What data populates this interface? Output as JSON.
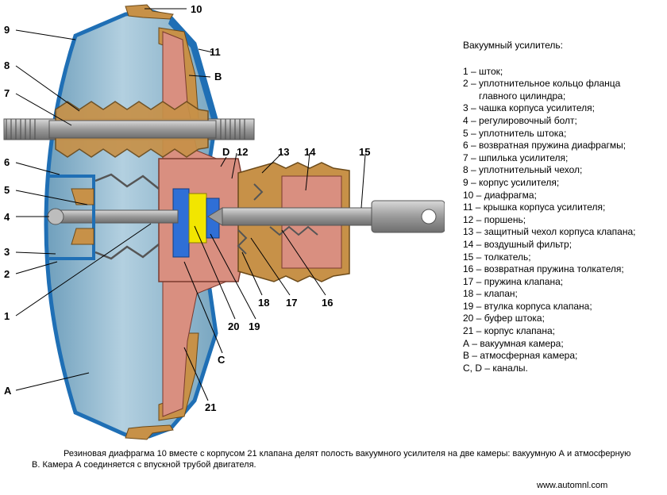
{
  "legend": {
    "title": "Вакуумный усилитель:",
    "items": [
      "1 – шток;",
      "2 – уплотнительное кольцо фланца",
      "главного цилиндра;",
      "3 – чашка корпуса усилителя;",
      "4 – регулировочный болт;",
      "5 – уплотнитель штока;",
      "6 – возвратная пружина диафрагмы;",
      "7 – шпилька усилителя;",
      "8 – уплотнительный чехол;",
      "9 – корпус усилителя;",
      "10 – диафрагма;",
      "11 – крышка корпуса усилителя;",
      "12 – поршень;",
      "13 – защитный чехол корпуса клапана;",
      "14 – воздушный фильтр;",
      "15 – толкатель;",
      "16 – возвратная пружина толкателя;",
      "17 – пружина клапана;",
      "18 – клапан;",
      "19 – втулка корпуса клапана;",
      "20 – буфер штока;",
      "21 – корпус клапана;",
      "А – вакуумная камера;",
      "В – атмосферная камера;",
      "С, D – каналы."
    ]
  },
  "caption": "Резиновая диафрагма 10 вместе с корпусом 21 клапана делят полость вакуумного усилителя на две камеры: вакуумную А и атмосферную В. Камера А соединяется с впускной трубой двигателя.",
  "website": "www.automnl.com",
  "callouts": {
    "n1": "1",
    "n2": "2",
    "n3": "3",
    "n4": "4",
    "n5": "5",
    "n6": "6",
    "n7": "7",
    "n8": "8",
    "n9": "9",
    "n10": "10",
    "n11": "11",
    "nB": "В",
    "nD": "D",
    "n12": "12",
    "n13": "13",
    "n14": "14",
    "n15": "15",
    "n16": "16",
    "n17": "17",
    "n18": "18",
    "n19": "19",
    "n20": "20",
    "nC": "С",
    "n21": "21",
    "nA": "А"
  },
  "colors": {
    "chamber": "#8fb8cf",
    "housing": "#1f6fb5",
    "rubber": "#c79148",
    "valve": "#d98f80",
    "metal": "#a8a8a8",
    "piston_blue": "#2f6fd6",
    "piston_yellow": "#f2e600"
  }
}
